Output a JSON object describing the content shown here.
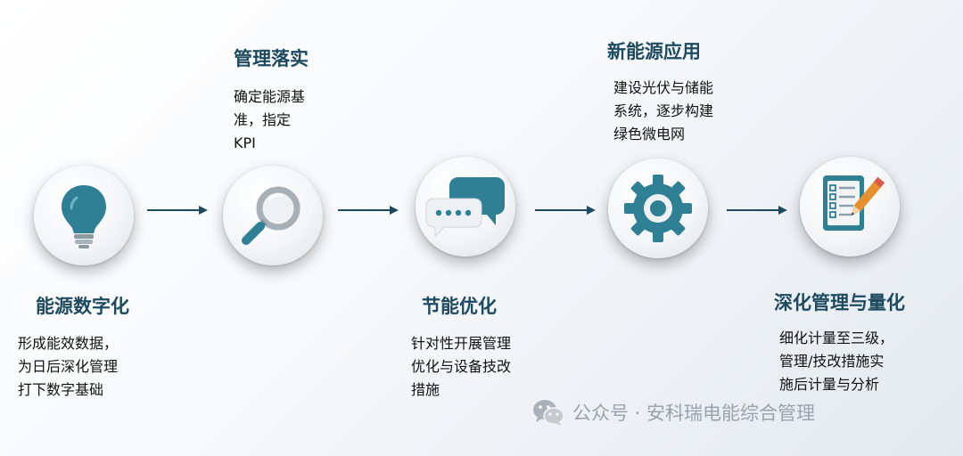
{
  "steps": [
    {
      "id": "digitize",
      "title": "能源数字化",
      "lines": [
        "形成能效数据，",
        "为日后深化管理",
        "打下数字基础"
      ],
      "icon": "lightbulb-icon"
    },
    {
      "id": "management",
      "title": "管理落实",
      "lines": [
        "确定能源基",
        "准，指定",
        "KPI"
      ],
      "icon": "magnifier-icon"
    },
    {
      "id": "optimize",
      "title": "节能优化",
      "lines": [
        "针对性开展管理",
        "优化与设备技改",
        "措施"
      ],
      "icon": "chat-bubbles-icon"
    },
    {
      "id": "new-energy",
      "title": "新能源应用",
      "lines": [
        "建设光伏与储能",
        "系统，逐步构建",
        "绿色微电网"
      ],
      "icon": "gear-icon"
    },
    {
      "id": "deepen",
      "title": "深化管理与量化",
      "lines": [
        "细化计量至三级，",
        "管理/技改措施实",
        "施后计量与分析"
      ],
      "icon": "checklist-pencil-icon"
    }
  ],
  "watermark": {
    "text": "公众号 · 安科瑞电能综合管理",
    "icon": "wechat-icon"
  },
  "colors": {
    "primary": "#1d4a5e",
    "icon_teal": "#2f7f95",
    "icon_gray": "#9aa3ab",
    "accent_orange": "#e8902e"
  }
}
